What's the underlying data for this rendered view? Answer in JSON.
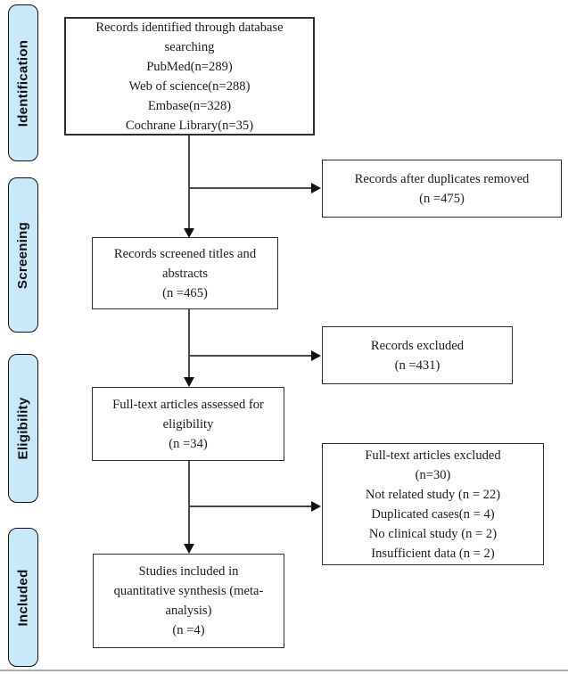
{
  "stages": [
    {
      "label": "Identification"
    },
    {
      "label": "Screening"
    },
    {
      "label": "Eligibility"
    },
    {
      "label": "Included"
    }
  ],
  "boxes": {
    "identified": {
      "lines": [
        "Records identified through database",
        "searching",
        "PubMed(n=289)",
        "Web of science(n=288)",
        "Embase(n=328)",
        "Cochrane Library(n=35)"
      ]
    },
    "duplicates_removed": {
      "lines": [
        "Records after duplicates removed",
        "(n =475)"
      ]
    },
    "screened": {
      "lines": [
        "Records screened titles and",
        "abstracts",
        "(n =465)"
      ]
    },
    "records_excluded": {
      "lines": [
        "Records excluded",
        "(n =431)"
      ]
    },
    "fulltext_assessed": {
      "lines": [
        "Full-text articles assessed for",
        "eligibility",
        "(n =34)"
      ]
    },
    "fulltext_excluded": {
      "lines": [
        "Full-text articles excluded",
        "(n=30)",
        "Not related study (n = 22)",
        "Duplicated cases(n = 4)",
        "No clinical study (n = 2)",
        "Insufficient data (n = 2)"
      ]
    },
    "included_studies": {
      "lines": [
        "Studies included in",
        "quantitative synthesis (meta-",
        "analysis)",
        "(n =4)"
      ]
    }
  },
  "colors": {
    "stage_fill": "#c9e8f8",
    "stage_border": "#111111",
    "box_border": "#2e2e2e",
    "text": "#1c1c1c",
    "line": "#4a4a4a",
    "arrow": "#111111",
    "figure_rule": "#a9acb0"
  }
}
